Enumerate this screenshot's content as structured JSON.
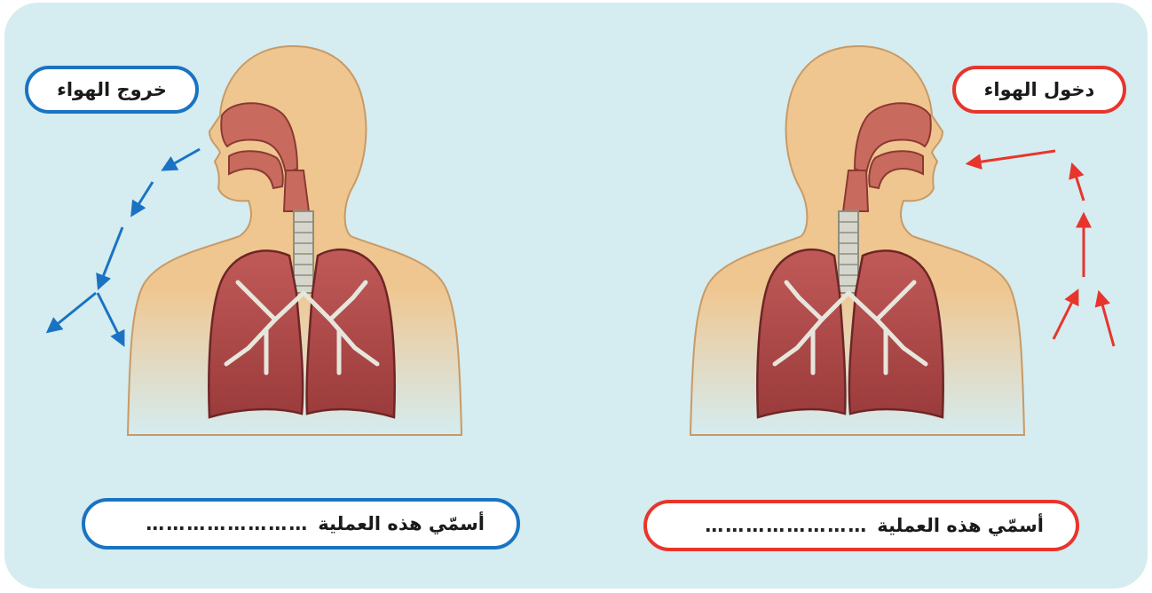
{
  "panels": {
    "left": {
      "label": "خروج الهواء",
      "question": "أسمّي هذه العملية",
      "dots": "……………………",
      "color": "#1a73c2"
    },
    "right": {
      "label": "دخول الهواء",
      "question": "أسمّي هذه العملية",
      "dots": "……………………",
      "color": "#e8352c"
    }
  },
  "colors": {
    "background": "#d5ecf0",
    "skin": "#f0c690",
    "lung": "#b75050",
    "trachea": "#c8c8c0"
  }
}
